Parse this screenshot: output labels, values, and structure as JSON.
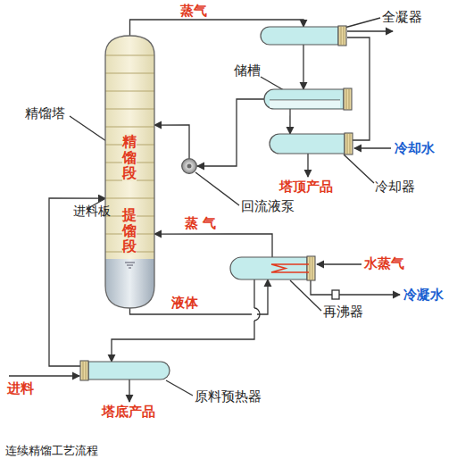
{
  "diagram": {
    "caption": "连续精馏工艺流程",
    "nodes": [
      {
        "text": [
          "精馏塔",
          "精馏段",
          "提馏段"
        ]
      },
      {
        "text": [
          "全凝器"
        ]
      },
      {
        "text": [
          "储槽"
        ]
      },
      {
        "text": [
          "冷却器"
        ]
      },
      {
        "text": [
          "回流液泵"
        ]
      },
      {
        "text": [
          "再沸器"
        ]
      },
      {
        "text": [
          "原料预热器"
        ]
      }
    ],
    "edges": [
      {
        "from": 0,
        "to": 1,
        "label": "蒸气",
        "arrow": "to"
      },
      {
        "from": 1,
        "to": 2,
        "arrow": "to"
      },
      {
        "from": 2,
        "to": 4,
        "arrow": "to"
      },
      {
        "from": 4,
        "to": 0,
        "arrow": "to"
      },
      {
        "from": 2,
        "to": 3,
        "arrow": "to"
      },
      {
        "from": 0,
        "to": 5,
        "label": "液体",
        "arrow": "to"
      },
      {
        "from": 5,
        "to": 0,
        "label": "蒸 气",
        "arrow": "to"
      },
      {
        "from": 5,
        "to": 6,
        "arrow": "to"
      },
      {
        "from": 6,
        "to": 0,
        "arrow": "to"
      }
    ],
    "labels": [
      "进料板",
      "塔顶产品",
      "冷却水",
      "水蒸气",
      "冷凝水",
      "进料",
      "塔底产品"
    ]
  }
}
